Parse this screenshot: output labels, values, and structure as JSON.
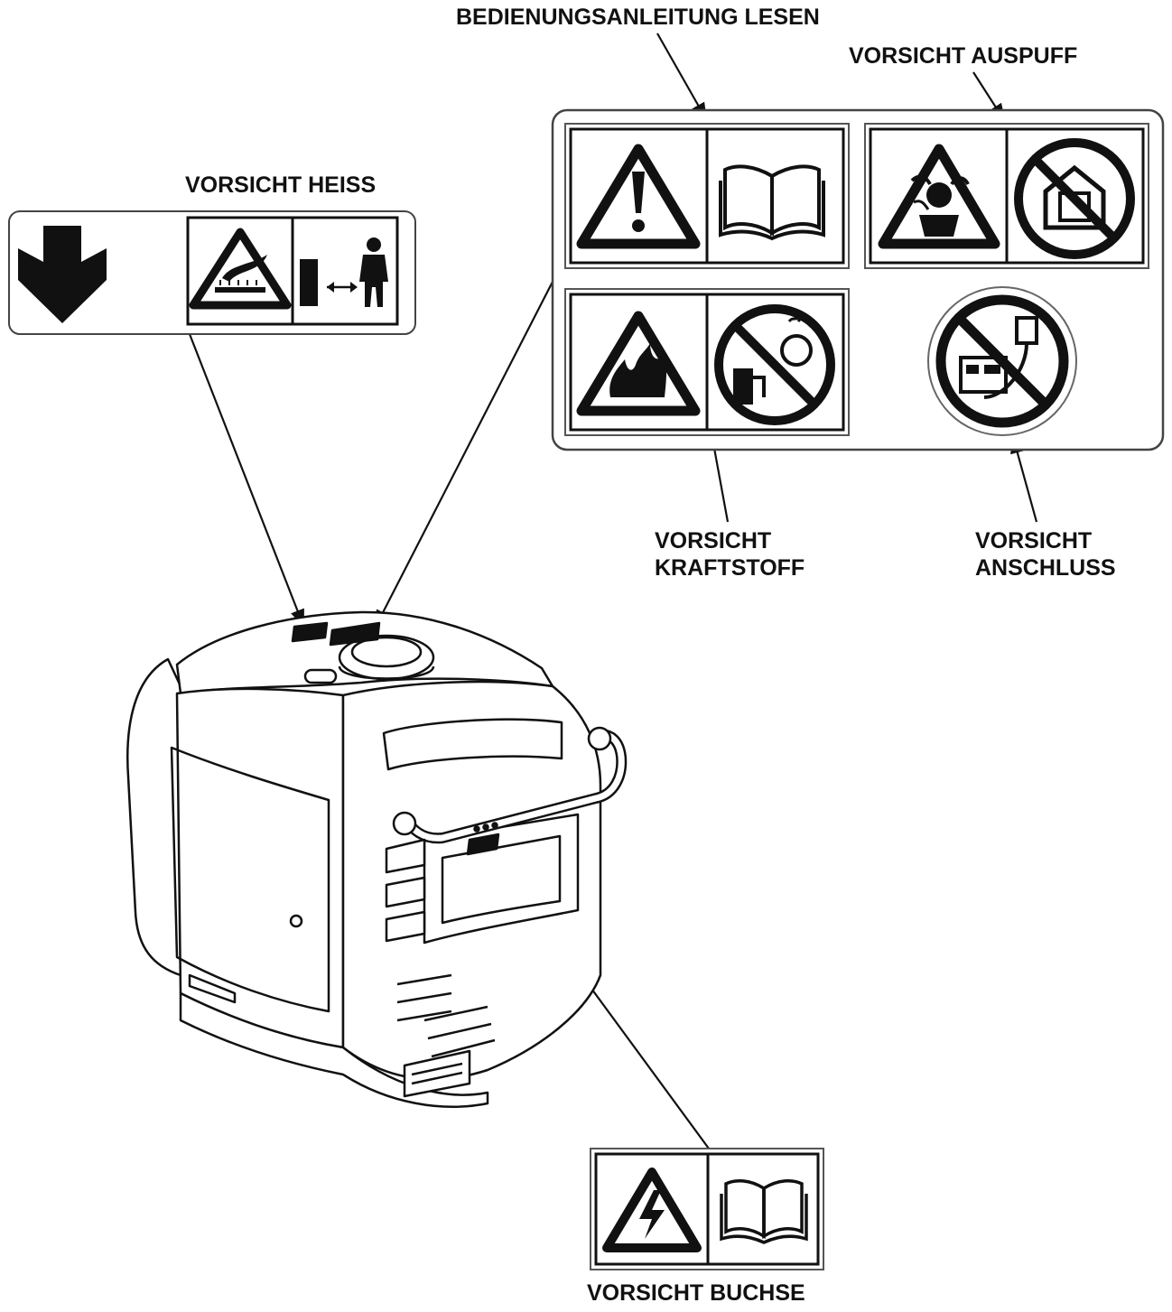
{
  "labels": {
    "read_manual": "BEDIENUNGSANLEITUNG LESEN",
    "exhaust": "VORSICHT AUSPUFF",
    "hot": "VORSICHT HEISS",
    "fuel_line1": "VORSICHT",
    "fuel_line2": "KRAFTSTOFF",
    "connection_line1": "VORSICHT",
    "connection_line2": "ANSCHLUSS",
    "socket": "VORSICHT BUCHSE"
  },
  "colors": {
    "ink": "#111111",
    "background": "#ffffff"
  },
  "icons": [
    "down-arrow-icon",
    "hot-surface-warning-icon",
    "keep-distance-icon",
    "general-warning-icon",
    "manual-book-icon",
    "exhaust-gas-warning-icon",
    "no-indoor-use-icon",
    "fire-warning-icon",
    "no-refuel-while-hot-icon",
    "no-grid-connection-icon",
    "electric-shock-warning-icon",
    "generator-illustration"
  ]
}
